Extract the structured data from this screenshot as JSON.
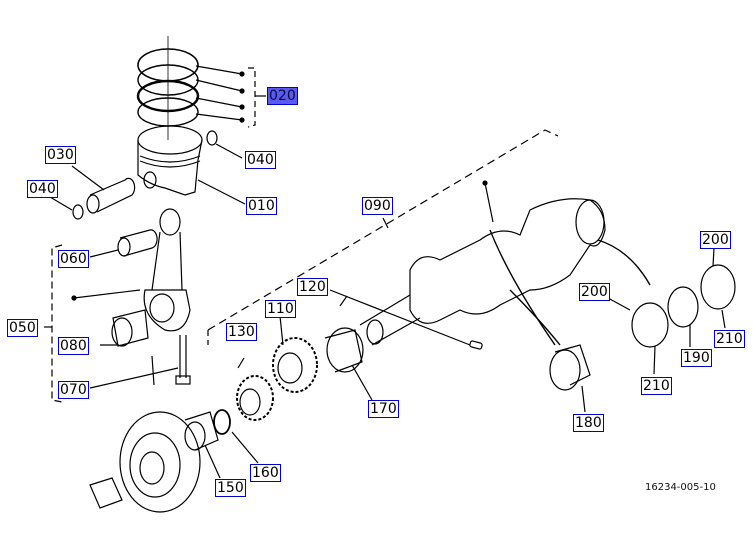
{
  "diagram": {
    "title": "Piston and Crankshaft exploded view",
    "reference_code": "16234-005-10",
    "highlight_color": "#5a5af0",
    "label_border_color": "#0000cc",
    "callouts": [
      {
        "id": "010",
        "selected": false
      },
      {
        "id": "020",
        "selected": true
      },
      {
        "id": "030",
        "selected": false
      },
      {
        "id": "040a",
        "text": "040",
        "selected": false
      },
      {
        "id": "040b",
        "text": "040",
        "selected": false
      },
      {
        "id": "050",
        "selected": false
      },
      {
        "id": "060",
        "selected": false
      },
      {
        "id": "070",
        "selected": false
      },
      {
        "id": "080",
        "selected": false
      },
      {
        "id": "090",
        "selected": false
      },
      {
        "id": "110",
        "selected": false
      },
      {
        "id": "120",
        "selected": false
      },
      {
        "id": "130",
        "selected": false
      },
      {
        "id": "150",
        "selected": false
      },
      {
        "id": "160",
        "selected": false
      },
      {
        "id": "170",
        "selected": false
      },
      {
        "id": "180",
        "selected": false
      },
      {
        "id": "190",
        "selected": false
      },
      {
        "id": "200a",
        "text": "200",
        "selected": false
      },
      {
        "id": "200b",
        "text": "200",
        "selected": false
      },
      {
        "id": "210a",
        "text": "210",
        "selected": false
      },
      {
        "id": "210b",
        "text": "210",
        "selected": false
      }
    ],
    "labels": {
      "l010": "010",
      "l020": "020",
      "l030": "030",
      "l040a": "040",
      "l040b": "040",
      "l050": "050",
      "l060": "060",
      "l070": "070",
      "l080": "080",
      "l090": "090",
      "l110": "110",
      "l120": "120",
      "l130": "130",
      "l150": "150",
      "l160": "160",
      "l170": "170",
      "l180": "180",
      "l190": "190",
      "l200a": "200",
      "l200b": "200",
      "l210a": "210",
      "l210b": "210"
    }
  }
}
